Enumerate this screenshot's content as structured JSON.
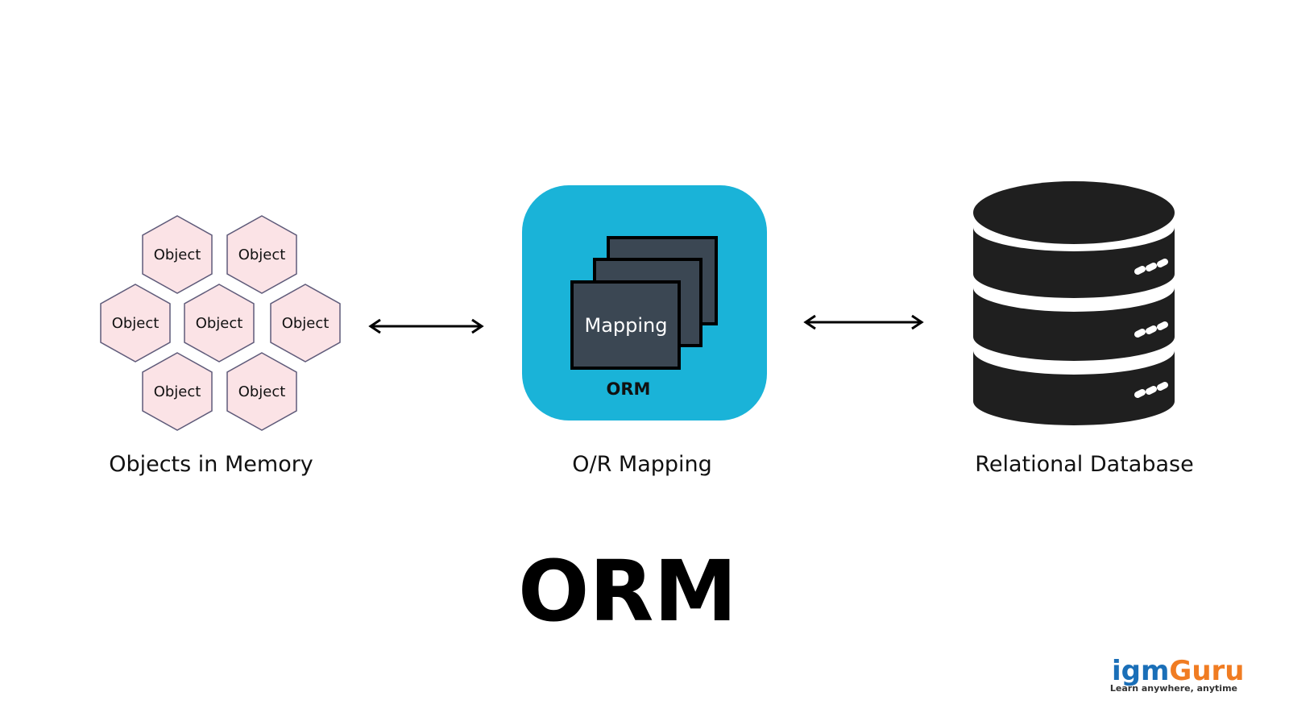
{
  "objects_group": {
    "object_label": "Object",
    "caption": "Objects in Memory"
  },
  "orm_box": {
    "mapping_label": "Mapping",
    "orm_label": "ORM",
    "caption": "O/R Mapping",
    "color": "#1ab3d8"
  },
  "database": {
    "caption": "Relational Database",
    "icon": "database-icon"
  },
  "title": "ORM",
  "logo": {
    "part1": "igm",
    "part2": "Guru",
    "tagline": "Learn anywhere, anytime",
    "color1": "#1a6fb8",
    "color2": "#f07c22"
  },
  "colors": {
    "hexagon_fill": "#fbe3e6",
    "database": "#1f1f1f",
    "mapping_card": "#3b4753"
  }
}
